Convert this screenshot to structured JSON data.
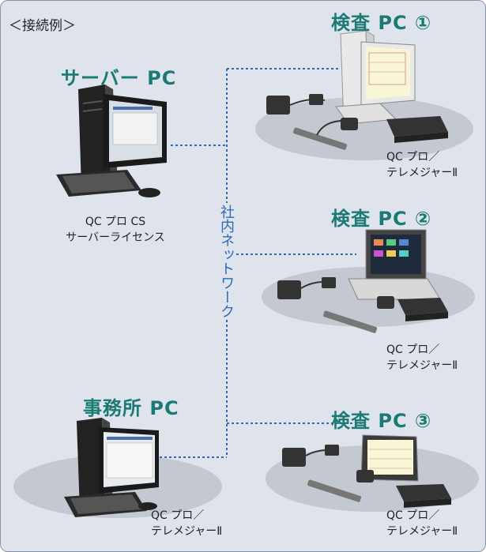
{
  "section_label": "＜接続例＞",
  "network_label": "社内ネットワーク",
  "server": {
    "title": "サーバー PC",
    "caption_line1": "QC プロ CS",
    "caption_line2": "サーバーライセンス"
  },
  "office": {
    "title": "事務所 PC",
    "caption_line1": "QC プロ／",
    "caption_line2": "テレメジャーⅡ"
  },
  "inspection1": {
    "title": "検査 PC ①",
    "caption_line1": "QC プロ／",
    "caption_line2": "テレメジャーⅡ"
  },
  "inspection2": {
    "title": "検査 PC ②",
    "caption_line1": "QC プロ／",
    "caption_line2": "テレメジャーⅡ"
  },
  "inspection3": {
    "title": "検査 PC ③",
    "caption_line1": "QC プロ／",
    "caption_line2": "テレメジャーⅡ"
  },
  "colors": {
    "background": "#dfe3ec",
    "title_teal": "#1b7a73",
    "network_blue": "#2d6ab8"
  }
}
